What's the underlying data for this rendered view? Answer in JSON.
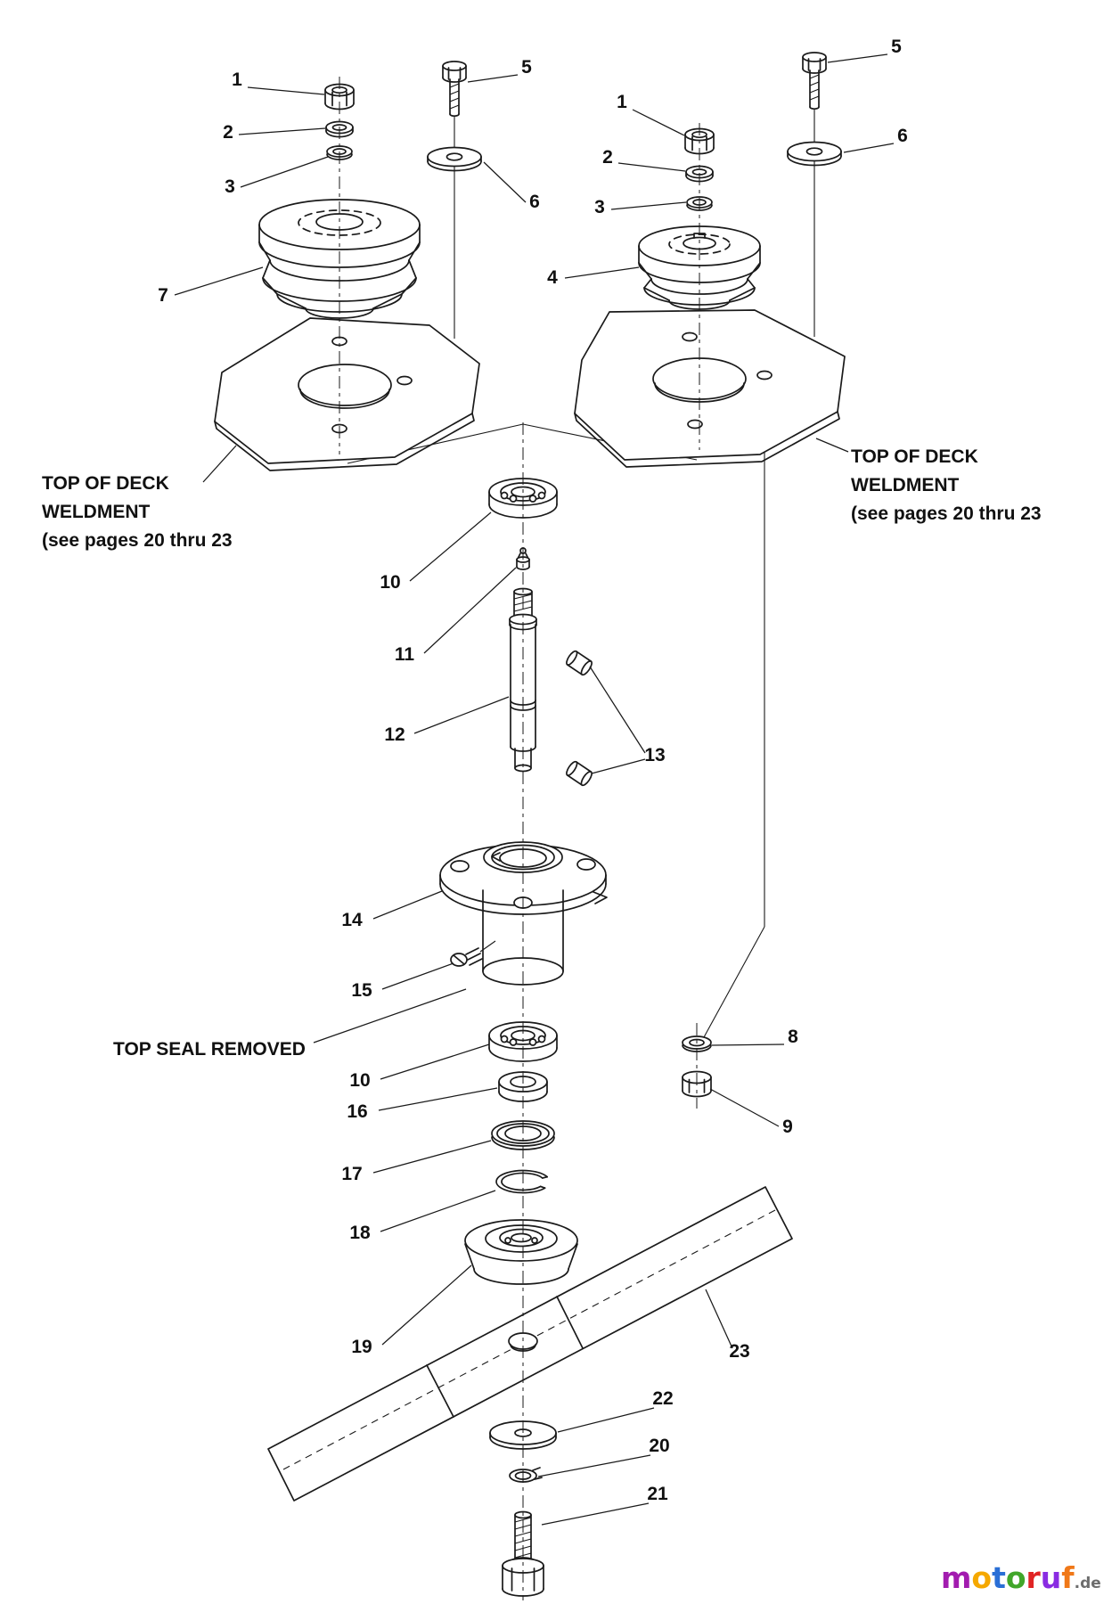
{
  "figure": {
    "type": "exploded-parts-diagram",
    "background": "#ffffff",
    "ink": "#1a1a1a"
  },
  "callouts": {
    "l1": "1",
    "l2": "2",
    "l3": "3",
    "l5": "5",
    "l6": "6",
    "l7": "7",
    "r1": "1",
    "r2": "2",
    "r3": "3",
    "r4": "4",
    "r5": "5",
    "r6": "6",
    "c10a": "10",
    "c11": "11",
    "c12": "12",
    "c13": "13",
    "c14": "14",
    "c15": "15",
    "c10b": "10",
    "c16": "16",
    "c17": "17",
    "c18": "18",
    "c19": "19",
    "c23": "23",
    "c8": "8",
    "c9": "9",
    "c22": "22",
    "c20": "20",
    "c21": "21"
  },
  "annotations": {
    "left_deck_line1": "TOP OF DECK",
    "left_deck_line2": "WELDMENT",
    "left_deck_line3": "(see pages 20 thru 23",
    "right_deck_line1": "TOP OF DECK",
    "right_deck_line2": "WELDMENT",
    "right_deck_line3": "(see pages 20 thru 23",
    "top_seal": "TOP SEAL REMOVED"
  },
  "watermark": {
    "letters": [
      {
        "ch": "m",
        "color": "#a21caf"
      },
      {
        "ch": "o",
        "color": "#f5a800"
      },
      {
        "ch": "t",
        "color": "#2a6fd6"
      },
      {
        "ch": "o",
        "color": "#41a62a"
      },
      {
        "ch": "r",
        "color": "#e02424"
      },
      {
        "ch": "u",
        "color": "#8a2be2"
      },
      {
        "ch": "f",
        "color": "#f07818"
      }
    ],
    "suffix": ".de",
    "suffix_color": "#6d6d6d"
  }
}
